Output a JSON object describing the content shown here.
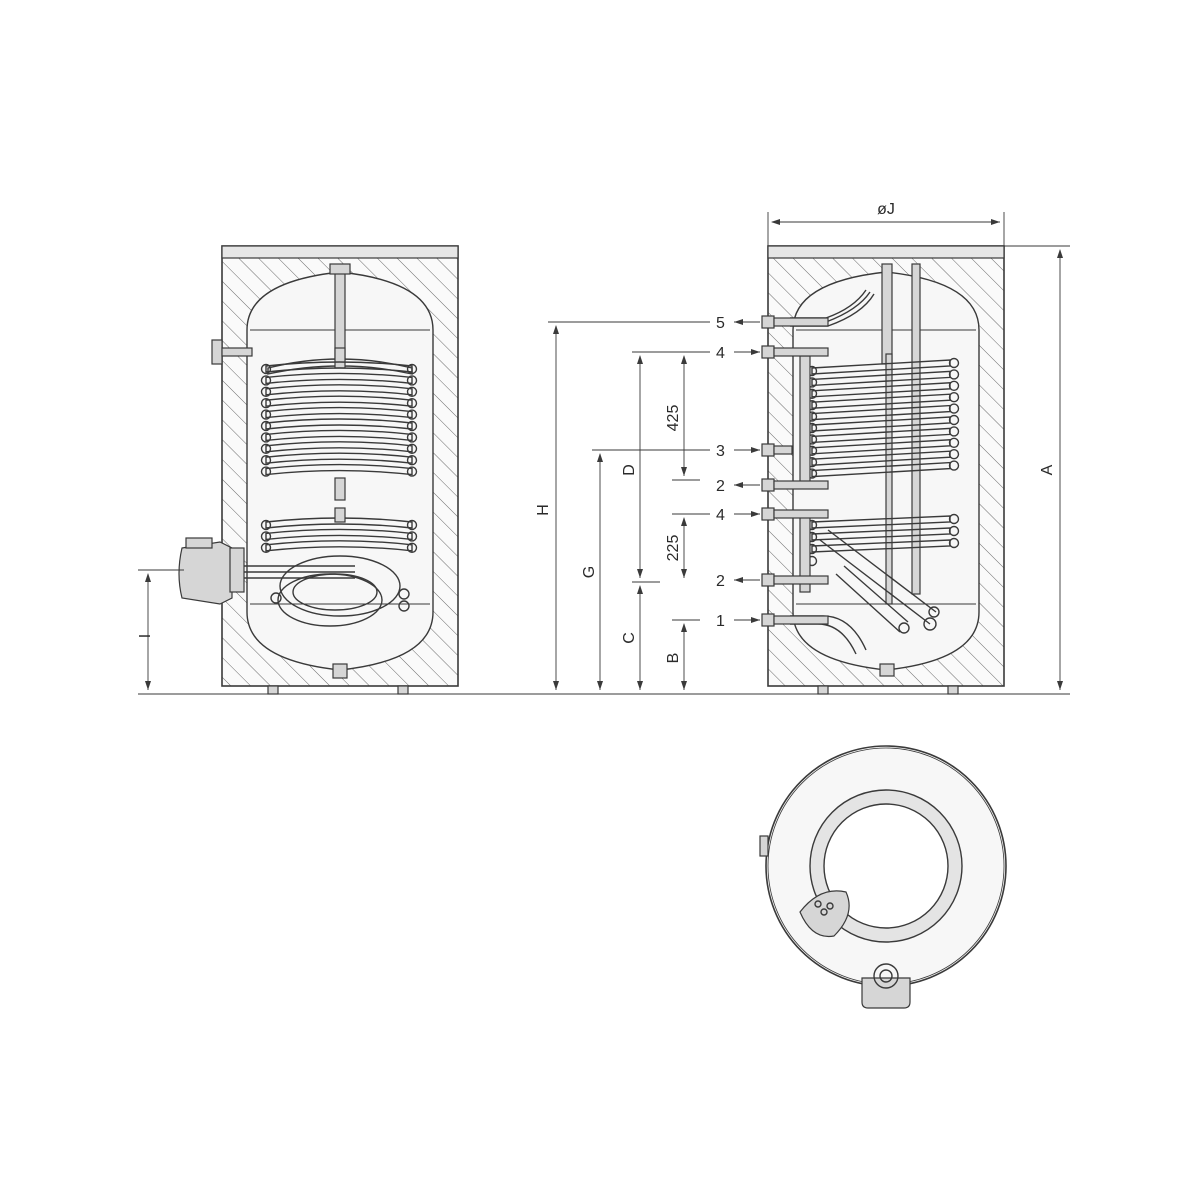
{
  "colors": {
    "line": "#3a3a3a",
    "tank_fill": "#f7f7f7",
    "shade": "#d6d6d6",
    "background": "#ffffff"
  },
  "dimensions": {
    "diameter": "øJ",
    "A": "A",
    "H": "H",
    "G": "G",
    "D": "D",
    "C": "C",
    "B": "B",
    "I": "I",
    "upper_coil_spacing": "425",
    "lower_coil_spacing": "225"
  },
  "connections": [
    {
      "number": "5",
      "direction": "out"
    },
    {
      "number": "4",
      "direction": "in"
    },
    {
      "number": "3",
      "direction": "in"
    },
    {
      "number": "2",
      "direction": "out"
    },
    {
      "number": "4",
      "direction": "in"
    },
    {
      "number": "2",
      "direction": "out"
    },
    {
      "number": "1",
      "direction": "in"
    }
  ]
}
